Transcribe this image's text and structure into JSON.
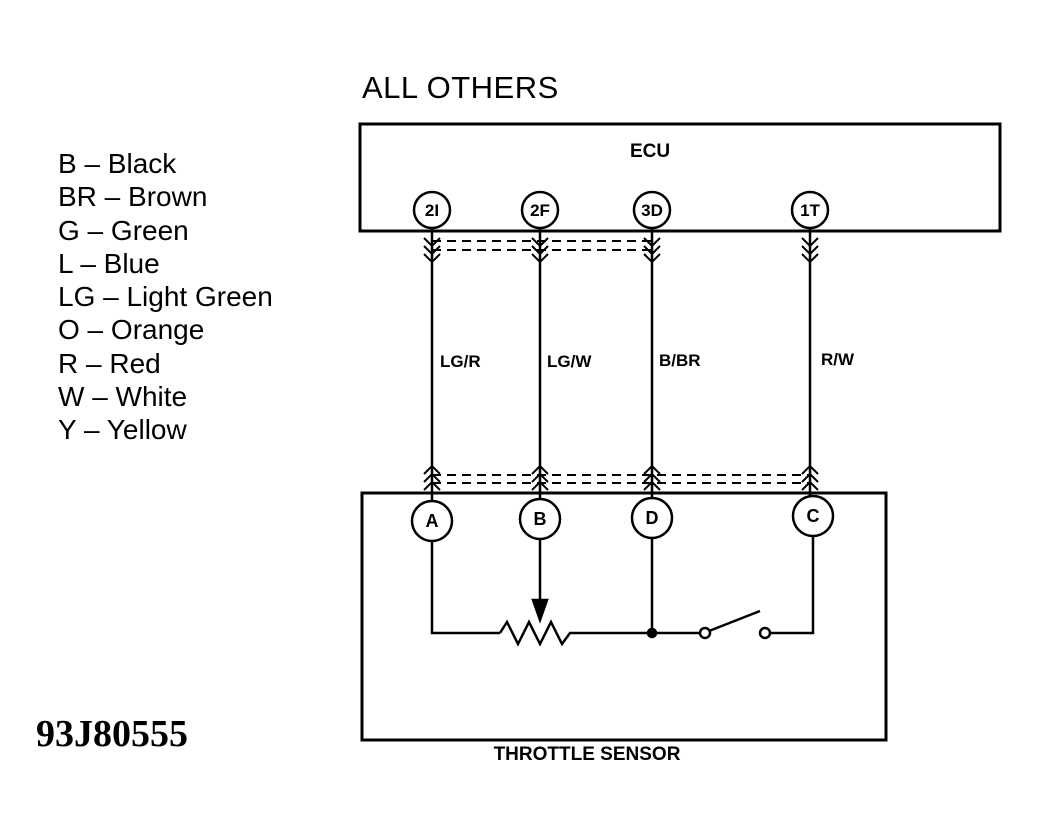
{
  "title": "ALL OTHERS",
  "legend": [
    "B  –  Black",
    "BR  –  Brown",
    "G  –  Green",
    "L  –  Blue",
    "LG  –  Light Green",
    "O  –  Orange",
    "R  –  Red",
    "W  –  White",
    "Y  –  Yellow"
  ],
  "ecu": {
    "label": "ECU",
    "pins": [
      "2I",
      "2F",
      "3D",
      "1T"
    ]
  },
  "wires": [
    "LG/R",
    "LG/W",
    "B/BR",
    "R/W"
  ],
  "sensor": {
    "label": "THROTTLE SENSOR",
    "pins": [
      "A",
      "B",
      "D",
      "C"
    ]
  },
  "figure_id": "93J80555"
}
